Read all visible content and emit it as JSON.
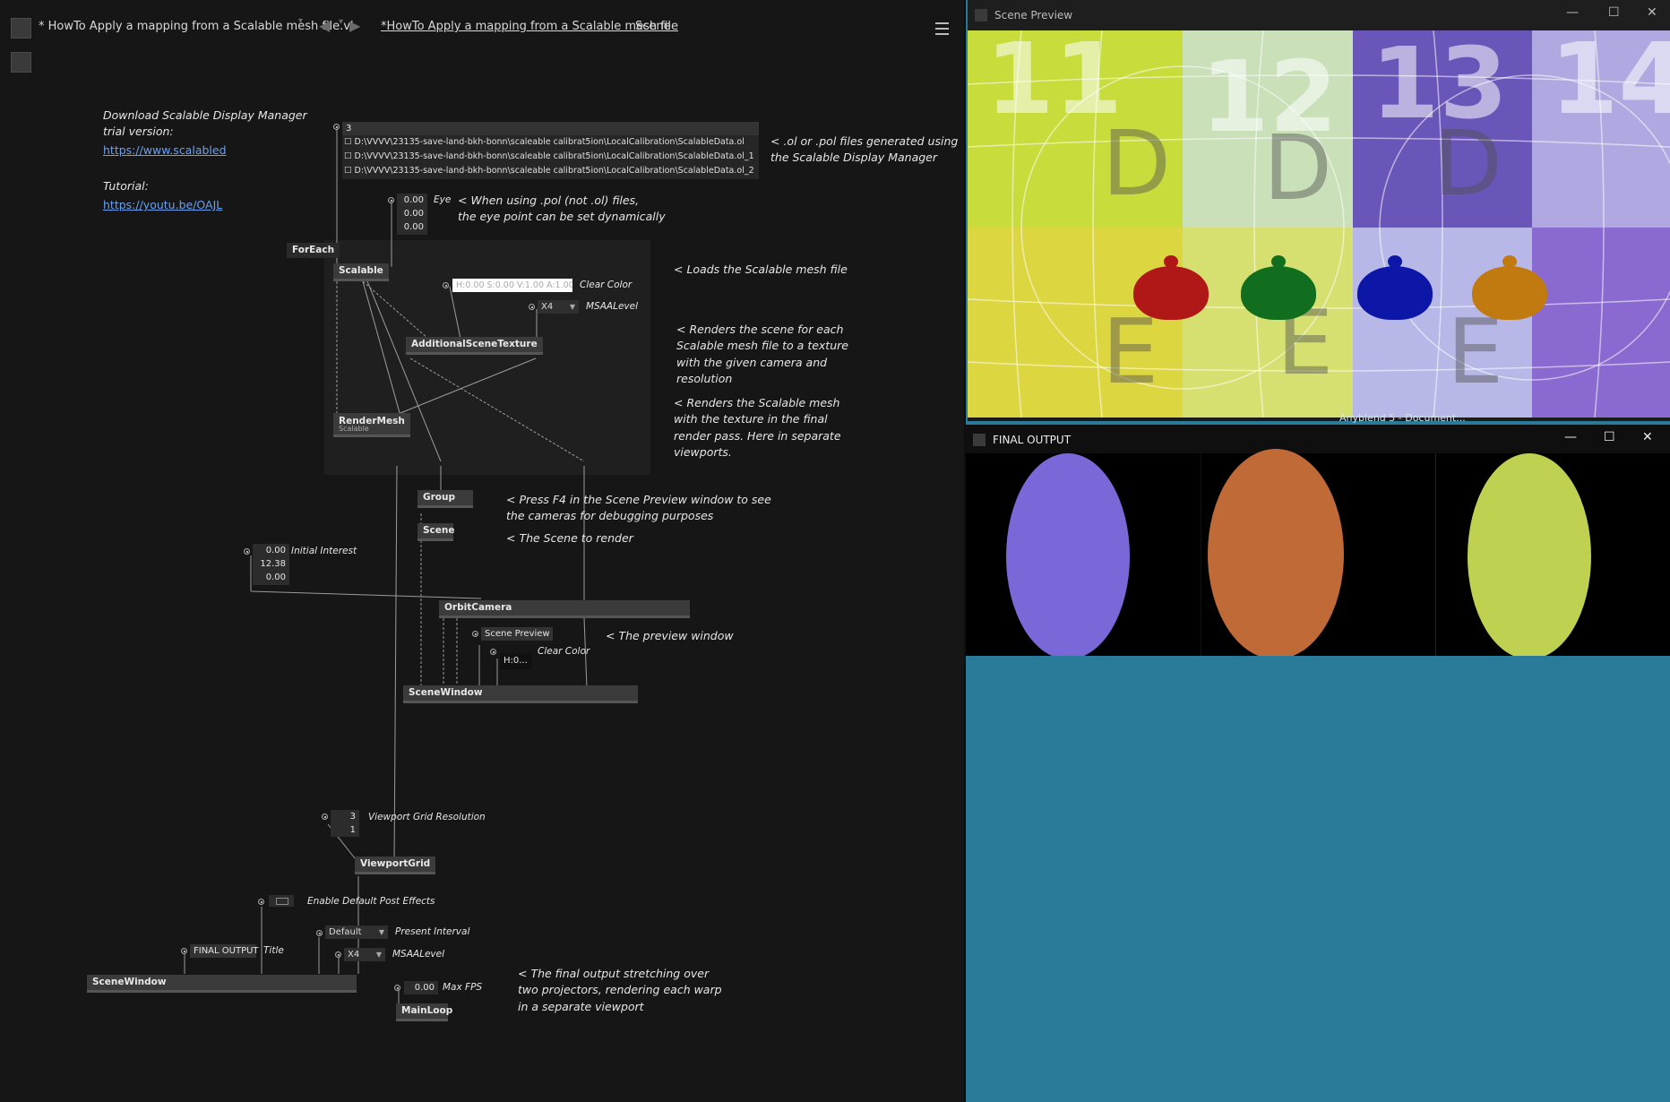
{
  "editor": {
    "doc_title": "* HowTo Apply a mapping from a Scalable mesh file.vl",
    "breadcrumb_doc": "*HowTo Apply a mapping from a Scalable mesh file",
    "breadcrumb_patch": "Scene"
  },
  "notes": {
    "download_line1": "Download Scalable Display Manager",
    "download_line2": "trial version:",
    "download_link": "https://www.scalabled",
    "tutorial_label": "Tutorial:",
    "tutorial_link": "https://youtu.be/OAJL",
    "files_note_1": "< .ol or .pol files generated using",
    "files_note_2": "the Scalable Display Manager",
    "eye_note_1": "< When using .pol (not .ol) files,",
    "eye_note_2": "the eye point can be set dynamically",
    "loads_note": "< Loads the Scalable mesh file",
    "renders_note_1": "< Renders the scene for each",
    "renders_note_2": "Scalable mesh file to a texture",
    "renders_note_3": "with the given camera and",
    "renders_note_4": "resolution",
    "mesh_note_1": "< Renders the Scalable mesh",
    "mesh_note_2": "with the texture in the final",
    "mesh_note_3": "render pass. Here in separate",
    "mesh_note_4": "viewports.",
    "f4_note_1": "< Press F4 in the Scene Preview window to see",
    "f4_note_2": "the cameras for debugging purposes",
    "scene_note": "< The Scene to render",
    "preview_note": "< The preview window",
    "final_note_1": "< The final output stretching over",
    "final_note_2": "two projectors, rendering each warp",
    "final_note_3": "in a separate viewport"
  },
  "spread": {
    "count": "3",
    "files": [
      "D:\\VVVV\\23135-save-land-bkh-bonn\\scaleable calibrat5ion\\LocalCalibration\\ScalableData.ol",
      "D:\\VVVV\\23135-save-land-bkh-bonn\\scaleable calibrat5ion\\LocalCalibration\\ScalableData.ol_1",
      "D:\\VVVV\\23135-save-land-bkh-bonn\\scaleable calibrat5ion\\LocalCalibration\\ScalableData.ol_2"
    ]
  },
  "eye": {
    "x": "0.00",
    "y": "0.00",
    "z": "0.00",
    "label": "Eye"
  },
  "nodes": {
    "foreach": "ForEach",
    "scalable": "Scalable",
    "additional": "AdditionalSceneTexture",
    "rendermesh": "RenderMesh",
    "rendermesh_sub": "Scalable",
    "group": "Group",
    "scene": "Scene",
    "orbitcamera": "OrbitCamera",
    "scenewindow1": "SceneWindow",
    "viewportgrid": "ViewportGrid",
    "scenewindow2": "SceneWindow",
    "mainloop": "MainLoop"
  },
  "pads": {
    "clear_color_value": "H:0.00 S:0.00 V:1.00 A:1.00",
    "clear_color_label": "Clear Color",
    "msaa_value": "X4",
    "msaa_label": "MSAALevel",
    "interest_x": "0.00",
    "interest_y": "12.38",
    "interest_z": "0.00",
    "interest_label": "Initial Interest",
    "preview_title": "Scene Preview",
    "preview_clear_value": "H:0...",
    "preview_clear_label": "Clear Color",
    "grid_x": "3",
    "grid_y": "1",
    "grid_label": "Viewport Grid Resolution",
    "post_label": "Enable Default Post Effects",
    "present_value": "Default",
    "present_label": "Present Interval",
    "final_title_value": "FINAL OUTPUT",
    "title_label": "Title",
    "msaa2_value": "X4",
    "msaa2_label": "MSAALevel",
    "fps_value": "0.00",
    "fps_label": "Max FPS"
  },
  "preview_window": {
    "title": "Scene Preview",
    "labels": [
      "11",
      "12",
      "13",
      "14",
      "D",
      "D",
      "D",
      "E",
      "E",
      "E"
    ]
  },
  "final_window": {
    "title": "FINAL OUTPUT"
  },
  "behind": {
    "text": "Anyblend 5 - Document..."
  },
  "colors": {
    "editor_bg": "#161616",
    "desktop": "#2a7a9a",
    "link": "#6aa0f0"
  }
}
